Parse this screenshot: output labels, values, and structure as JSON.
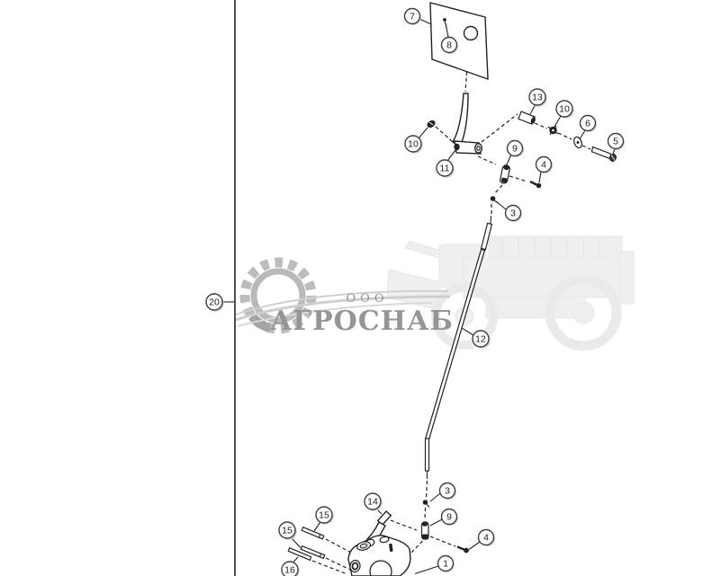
{
  "watermark": {
    "prefix": "ООО",
    "name": "АГРОСНАБ",
    "text_color": "#8a8a8a",
    "gear_color": "#b5b5b5",
    "swoosh_color": "#c9c9c9",
    "tractor_color": "#e9e9e9"
  },
  "diagram": {
    "line_color": "#222222",
    "border_color": "#4d4d4d",
    "background": "#ffffff"
  },
  "callouts": [
    {
      "label": "7"
    },
    {
      "label": "8"
    },
    {
      "label": "13"
    },
    {
      "label": "10"
    },
    {
      "label": "6"
    },
    {
      "label": "5"
    },
    {
      "label": "10"
    },
    {
      "label": "11"
    },
    {
      "label": "9"
    },
    {
      "label": "4"
    },
    {
      "label": "3"
    },
    {
      "label": "12"
    },
    {
      "label": "20"
    },
    {
      "label": "3"
    },
    {
      "label": "14"
    },
    {
      "label": "15"
    },
    {
      "label": "9"
    },
    {
      "label": "15"
    },
    {
      "label": "4"
    },
    {
      "label": "1"
    },
    {
      "label": "16"
    }
  ]
}
